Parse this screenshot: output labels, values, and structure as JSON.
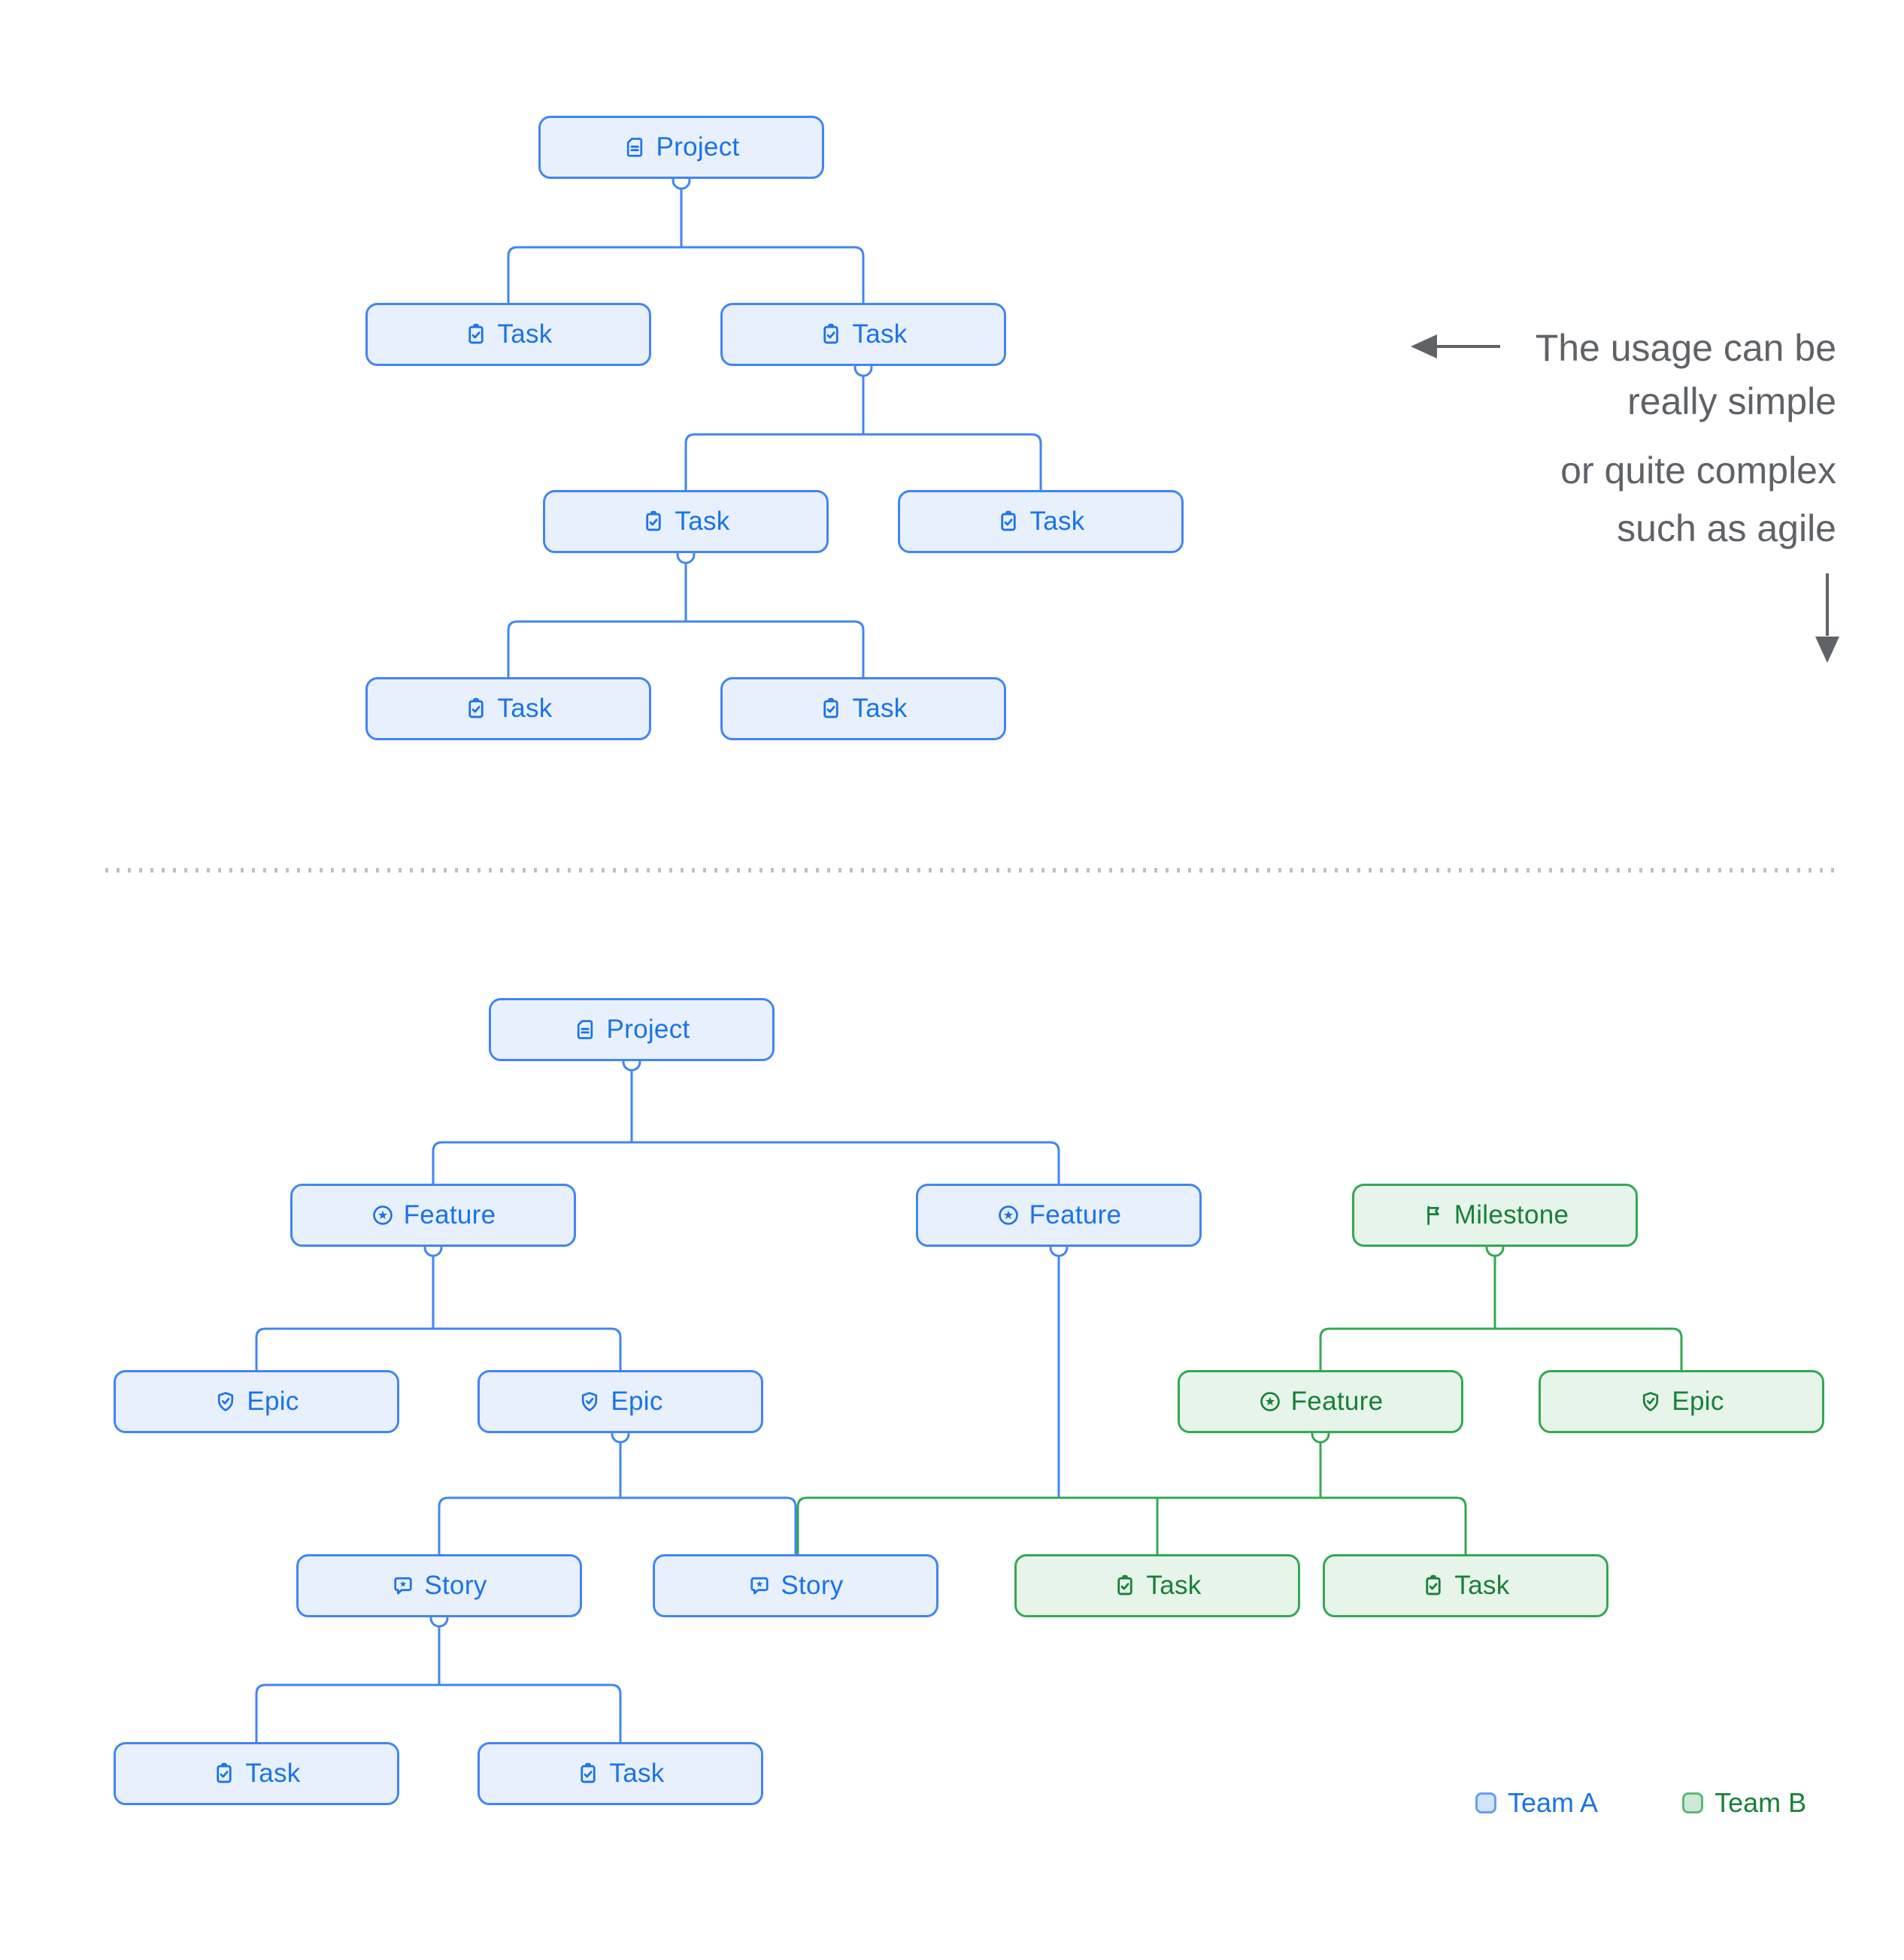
{
  "simple_tree": {
    "nodes": [
      {
        "label": "Project",
        "icon": "document",
        "team": "blue"
      },
      {
        "label": "Task",
        "icon": "task",
        "team": "blue"
      },
      {
        "label": "Task",
        "icon": "task",
        "team": "blue"
      },
      {
        "label": "Task",
        "icon": "task",
        "team": "blue"
      },
      {
        "label": "Task",
        "icon": "task",
        "team": "blue"
      },
      {
        "label": "Task",
        "icon": "task",
        "team": "blue"
      },
      {
        "label": "Task",
        "icon": "task",
        "team": "blue"
      }
    ]
  },
  "complex_tree": {
    "nodes": [
      {
        "label": "Project",
        "icon": "document",
        "team": "blue"
      },
      {
        "label": "Feature",
        "icon": "feature",
        "team": "blue"
      },
      {
        "label": "Feature",
        "icon": "feature",
        "team": "blue"
      },
      {
        "label": "Milestone",
        "icon": "milestone",
        "team": "green"
      },
      {
        "label": "Epic",
        "icon": "epic",
        "team": "blue"
      },
      {
        "label": "Epic",
        "icon": "epic",
        "team": "blue"
      },
      {
        "label": "Feature",
        "icon": "feature",
        "team": "green"
      },
      {
        "label": "Epic",
        "icon": "epic",
        "team": "green"
      },
      {
        "label": "Story",
        "icon": "story",
        "team": "blue"
      },
      {
        "label": "Story",
        "icon": "story",
        "team": "blue"
      },
      {
        "label": "Task",
        "icon": "task",
        "team": "green"
      },
      {
        "label": "Task",
        "icon": "task",
        "team": "green"
      },
      {
        "label": "Task",
        "icon": "task",
        "team": "blue"
      },
      {
        "label": "Task",
        "icon": "task",
        "team": "blue"
      }
    ]
  },
  "annotation": {
    "line1": "The usage can be",
    "line2": "really simple",
    "line3": "or quite complex",
    "line4": "such as agile"
  },
  "legend": {
    "team_a": "Team A",
    "team_b": "Team B"
  },
  "colors": {
    "blue_border": "#4285f4",
    "blue_fill": "#e8f0fe",
    "blue_text": "#1a73e8",
    "green_border": "#34a853",
    "green_fill": "#e6f4ea",
    "green_text": "#188038",
    "annotation_gray": "#5f6368",
    "divider_dot": "#bdc1c6"
  }
}
